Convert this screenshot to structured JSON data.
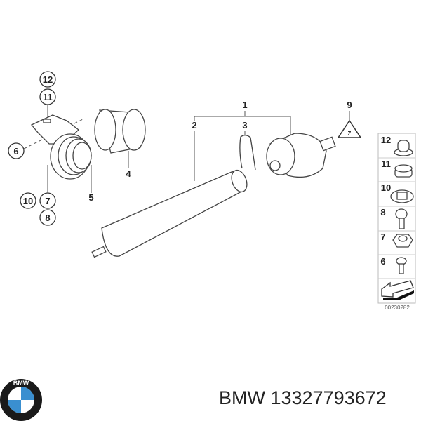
{
  "diagram": {
    "callouts": [
      "12",
      "11",
      "6",
      "10",
      "7",
      "8",
      "5",
      "4",
      "2",
      "1",
      "3",
      "9"
    ],
    "legend": {
      "items": [
        "12",
        "11",
        "10",
        "8",
        "7",
        "6"
      ],
      "drawing_number": "00230282"
    },
    "warning_icon_text": "Z"
  },
  "footer": {
    "brand_logo_text": "BMW",
    "caption": "BMW 13327793672"
  },
  "colors": {
    "line": "#444444",
    "logo_blue": "#3a8fd0",
    "logo_ring": "#1a1a1a"
  }
}
